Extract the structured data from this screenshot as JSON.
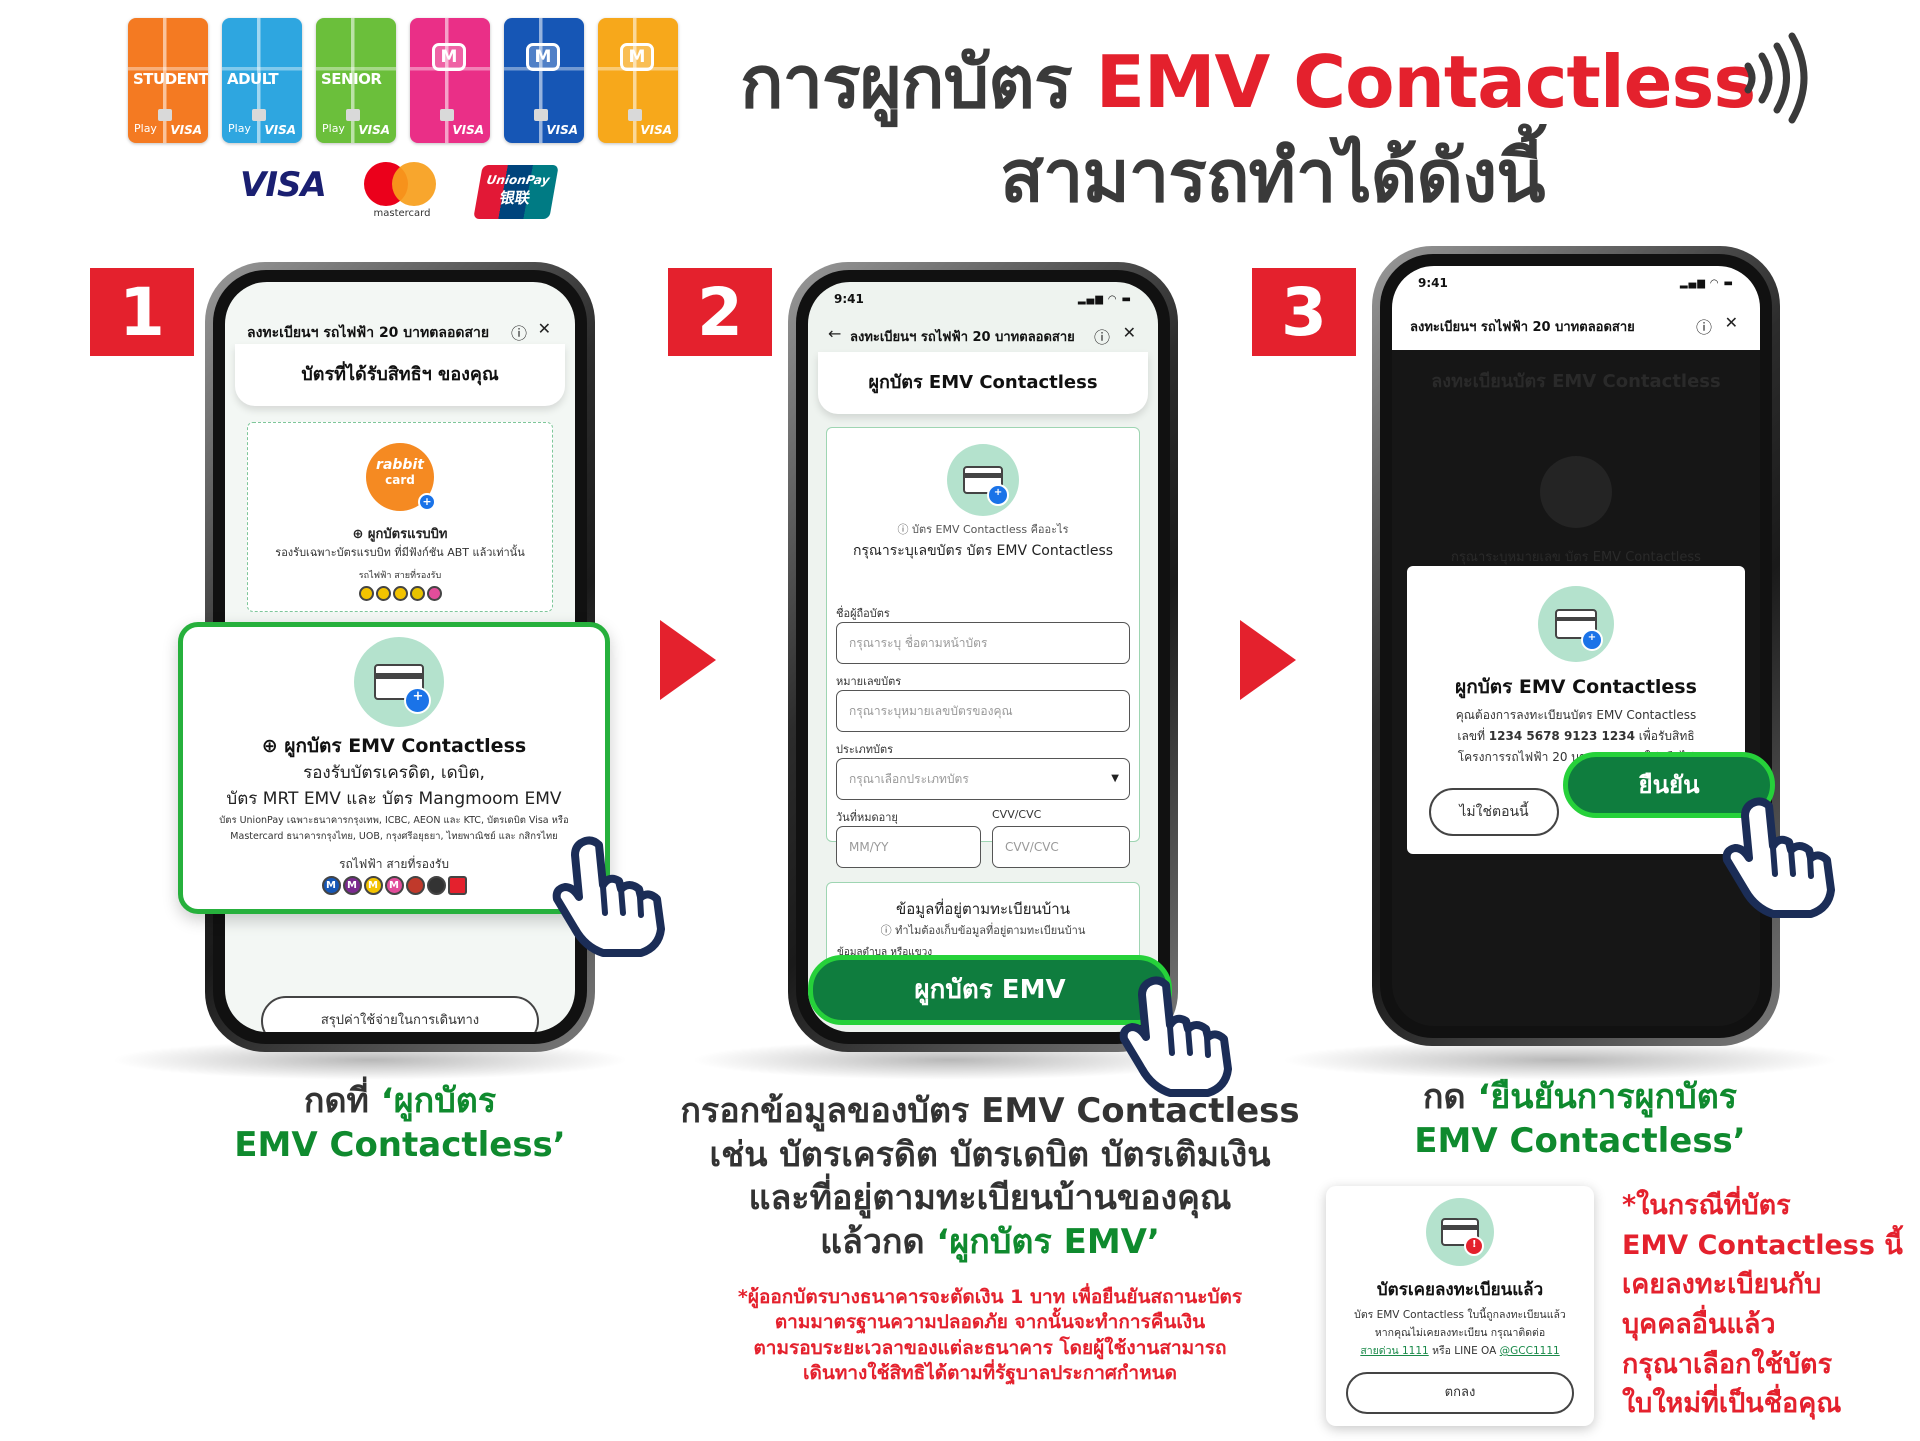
{
  "header": {
    "title_prefix": "การผูกบัตร ",
    "title_highlight": "EMV Contactless",
    "title_line2": "สามารถทำได้ดังนี้",
    "cards": [
      {
        "label": "STUDENT",
        "color": "#f47a22",
        "play": "Play",
        "visa": "VISA"
      },
      {
        "label": "ADULT",
        "color": "#2ea6e0",
        "play": "Play",
        "visa": "VISA"
      },
      {
        "label": "SENIOR",
        "color": "#6bbf3b",
        "play": "Play",
        "visa": "VISA"
      },
      {
        "label": "",
        "color": "#ea2f87",
        "m": "M",
        "visa": "VISA"
      },
      {
        "label": "",
        "color": "#1656b5",
        "m": "M",
        "visa": "VISA"
      },
      {
        "label": "",
        "color": "#f7a81b",
        "m": "M",
        "visa": "VISA"
      }
    ],
    "payment_logos": {
      "visa": "VISA",
      "mastercard": "mastercard",
      "unionpay_1": "UnionPay",
      "unionpay_2": "银联"
    }
  },
  "colors": {
    "accent_red": "#e4212d",
    "brand_green": "#0f7d3e",
    "highlight_green": "#26d13a",
    "mint": "#b4e2cd"
  },
  "steps": [
    {
      "number": "1",
      "app_header": "ลงทะเบียนฯ รถไฟฟ้า 20 บาทตลอดสาย",
      "sheet_title": "บัตรที่ได้รับสิทธิฯ ของคุณ",
      "rabbit": {
        "logo_1": "rabbit",
        "logo_2": "card",
        "title": "⊕ ผูกบัตรแรบบิท",
        "desc": "รองรับเฉพาะบัตรแรบบิท ที่มีฟังก์ชัน ABT แล้วเท่านั้น",
        "lines_label": "รถไฟฟ้า สายที่รองรับ"
      },
      "emv_card": {
        "title": "⊕ ผูกบัตร EMV Contactless",
        "line1": "รองรับบัตรเครดิต, เดบิต,",
        "line2": "บัตร MRT EMV และ บัตร Mangmoom EMV",
        "fine1": "บัตร UnionPay เฉพาะธนาคารกรุงเทพ, ICBC, AEON และ KTC, บัตรเดบิต Visa หรือ",
        "fine2": "Mastercard ธนาคารกรุงไทย, UOB, กรุงศรีอยุธยา, ไทยพาณิชย์ และ กสิกรไทย",
        "lines_label": "รถไฟฟ้า สายที่รองรับ"
      },
      "bottom_button": "สรุปค่าใช้จ่ายในการเดินทาง",
      "caption_1": "กดที่ ",
      "caption_2": "‘ผูกบัตร",
      "caption_3": "EMV Contactless’"
    },
    {
      "number": "2",
      "status_time": "9:41",
      "app_header": "ลงทะเบียนฯ รถไฟฟ้า 20 บาทตลอดสาย",
      "sheet_title": "ผูกบัตร EMV Contactless",
      "help_link": "ⓘ บัตร EMV Contactless คืออะไร",
      "instruction": "กรุณาระบุเลขบัตร บัตร EMV Contactless",
      "fields": [
        {
          "label": "ชื่อผู้ถือบัตร",
          "placeholder": "กรุณาระบุ ชื่อตามหน้าบัตร"
        },
        {
          "label": "หมายเลขบัตร",
          "placeholder": "กรุณาระบุหมายเลขบัตรของคุณ"
        },
        {
          "label": "ประเภทบัตร",
          "placeholder": "กรุณาเลือกประเภทบัตร"
        }
      ],
      "expiry_label": "วันที่หมดอายุ",
      "expiry_placeholder": "MM/YY",
      "cvv_label": "CVV/CVC",
      "cvv_placeholder": "CVV/CVC",
      "address_title": "ข้อมูลที่อยู่ตามทะเบียนบ้าน",
      "address_help": "ⓘ ทำไมต้องเก็บข้อมูลที่อยู่ตามทะเบียนบ้าน",
      "address_sub": "ข้อมูลตำบล หรือแขวง",
      "submit_button": "ผูกบัตร EMV",
      "caption_lines": [
        "กรอกข้อมูลของบัตร EMV Contactless",
        "เช่น บัตรเครดิต บัตรเดบิต บัตรเติมเงิน",
        "และที่อยู่ตามทะเบียนบ้านของคุณ"
      ],
      "caption_last_1": "แล้วกด ",
      "caption_last_2": "‘ผูกบัตร EMV’",
      "note_lines": [
        "*ผู้ออกบัตรบางธนาคารจะตัดเงิน 1 บาท เพื่อยืนยันสถานะบัตร",
        "ตามมาตรฐานความปลอดภัย จากนั้นจะทำการคืนเงิน",
        "ตามรอบระยะเวลาของแต่ละธนาคาร โดยผู้ใช้งานสามารถ",
        "เดินทางใช้สิทธิได้ตามที่รัฐบาลประกาศกำหนด"
      ]
    },
    {
      "number": "3",
      "status_time": "9:41",
      "app_header": "ลงทะเบียนฯ รถไฟฟ้า 20 บาทตลอดสาย",
      "bg_title": "ลงทะเบียนบัตร EMV Contactless",
      "bg_sub": "กรุณาระบุหมายเลข บัตร EMV Contactless",
      "dialog_title": "ผูกบัตร EMV Contactless",
      "dialog_line1": "คุณต้องการลงทะเบียนบัตร EMV Contactless",
      "dialog_line2_a": "เลขที่ ",
      "dialog_line2_b": "1234 5678 9123 1234",
      "dialog_line2_c": " เพื่อรับสิทธิ",
      "dialog_line3": "โครงการรถไฟฟ้า 20 บาทตลอดสายใช่หรือไม่",
      "cancel_button": "ไม่ใช่ตอนนี้",
      "confirm_button": "ยืนยัน",
      "caption_1": "กด ",
      "caption_2": "‘ยืนยันการผูกบัตร",
      "caption_3": "EMV Contactless’",
      "registered_popup": {
        "title": "บัตรเคยลงทะเบียนแล้ว",
        "line1": "บัตร EMV Contactless ใบนี้ถูกลงทะเบียนแล้ว",
        "line2": "หากคุณไม่เคยลงทะเบียน กรุณาติดต่อ",
        "hotline": "สายด่วน 1111",
        "or": " หรือ LINE OA ",
        "line_oa": "@GCC1111",
        "button": "ตกลง"
      },
      "side_note": [
        "*ในกรณีที่บัตร",
        "EMV Contactless นี้",
        "เคยลงทะเบียนกับ",
        "บุคคลอื่นแล้ว",
        "กรุณาเลือกใช้บัตร",
        "ใบใหม่ที่เป็นชื่อคุณ"
      ]
    }
  ]
}
